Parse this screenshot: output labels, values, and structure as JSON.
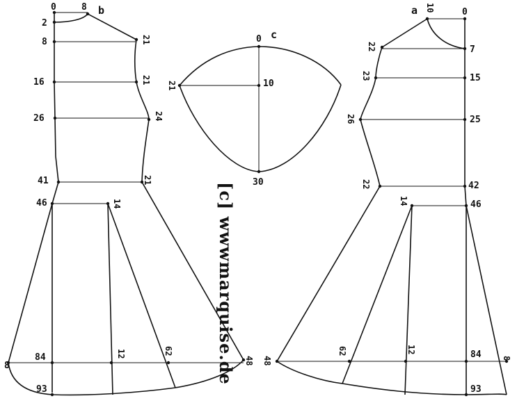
{
  "diagram": {
    "watermark": "[c] wwwmarquise.de",
    "piece_letters": {
      "b": "b",
      "c": "c",
      "a": "a"
    },
    "left_piece": {
      "top_0": "0",
      "top_8": "8",
      "shoulder_21": "21",
      "l2": "2",
      "l8": "8",
      "l16": "16",
      "r21b": "21",
      "l26": "26",
      "r24": "24",
      "l41": "41",
      "r21c": "21",
      "l46": "46",
      "m14": "14",
      "l84": "84",
      "l8b": "8",
      "m12": "12",
      "m62": "62",
      "r48": "48",
      "l93": "93"
    },
    "sleeve": {
      "top_0": "0",
      "c10": "10",
      "l21": "21",
      "b30": "30"
    },
    "right_piece": {
      "top_10": "10",
      "top_0": "0",
      "l22": "22",
      "r7": "7",
      "l23": "23",
      "r15": "15",
      "l26": "26",
      "r25": "25",
      "l22b": "22",
      "r42": "42",
      "m14": "14",
      "r46": "46",
      "l48": "48",
      "m62": "62",
      "m12": "12",
      "r84": "84",
      "r8": "8",
      "r93": "93"
    }
  }
}
